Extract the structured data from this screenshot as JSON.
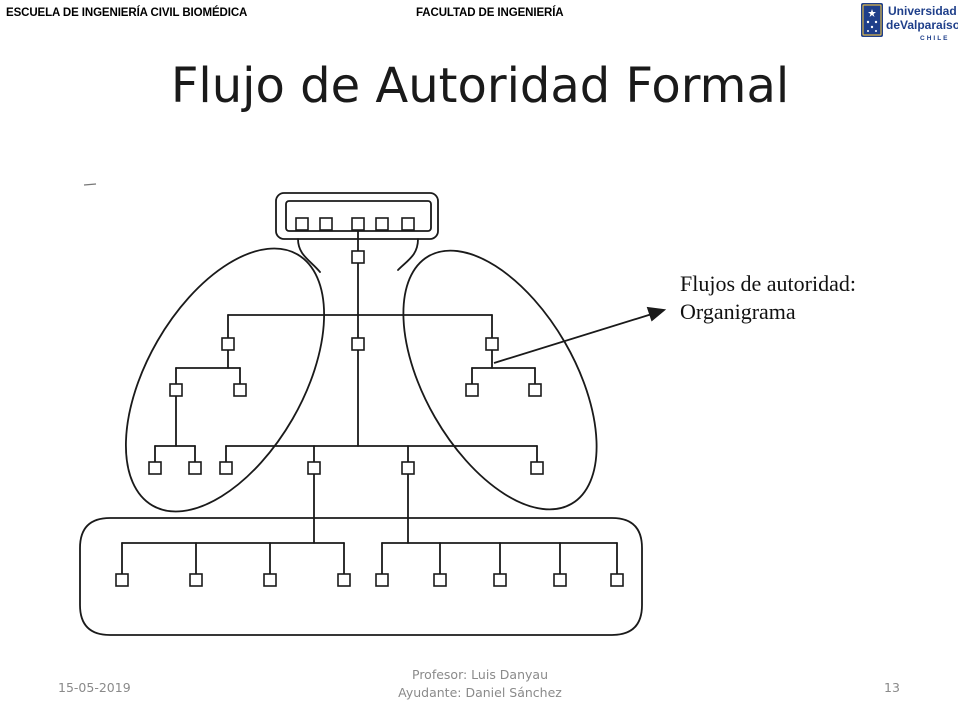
{
  "header": {
    "left": "ESCUELA DE INGENIERÍA CIVIL BIOMÉDICA",
    "center": "FACULTAD DE INGENIERÍA",
    "logo": {
      "line1": "Universidad",
      "line2": "deValparaíso",
      "line3": "CHILE",
      "icon": "university-crest-icon",
      "color": "#1f3f8a"
    }
  },
  "title": "Flujo de Autoridad Formal",
  "figure": {
    "caption_line1": "Flujos de autoridad:",
    "caption_line2": "Organigrama"
  },
  "footer": {
    "date": "15-05-2019",
    "professor": "Profesor: Luis Danyau",
    "assistant": "Ayudante: Daniel Sánchez",
    "page": "13"
  }
}
